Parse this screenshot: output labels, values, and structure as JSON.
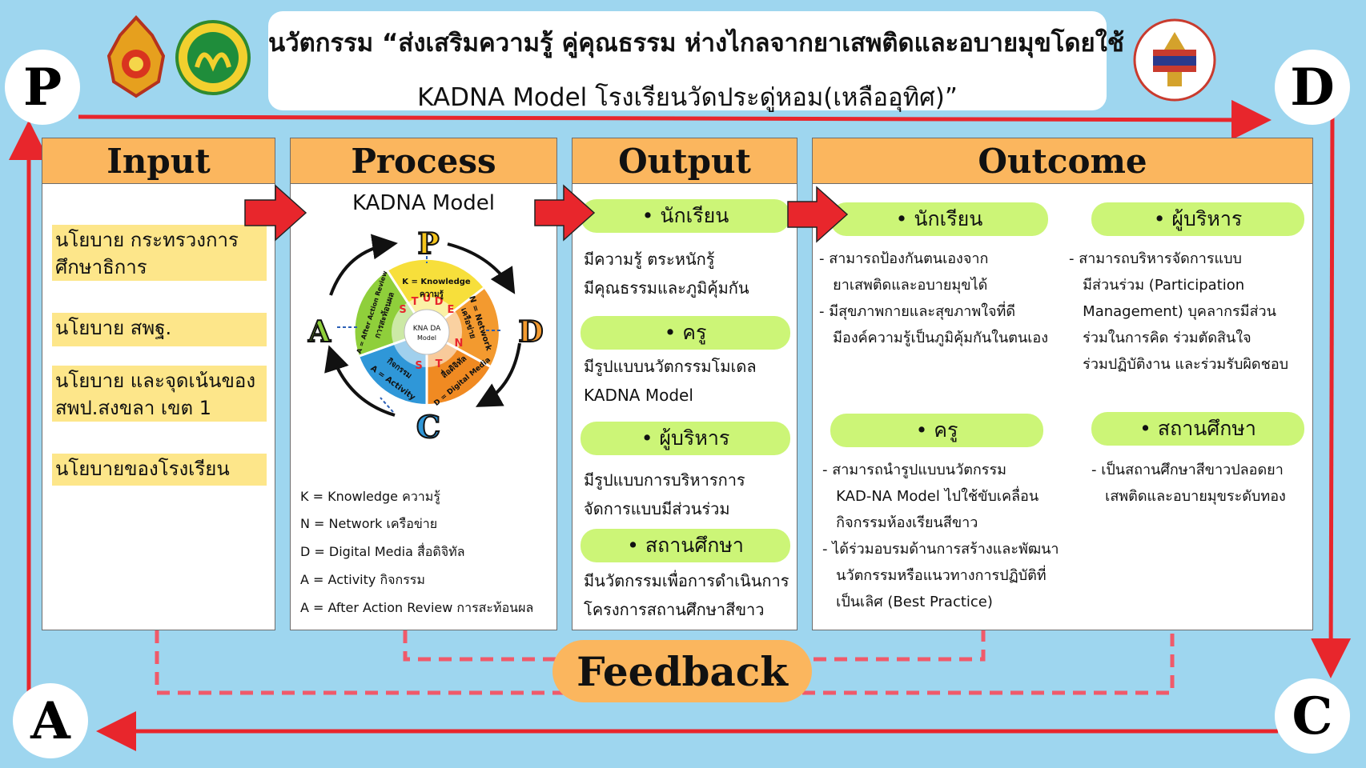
{
  "title": {
    "line1": "นวัตกรรม “ส่งเสริมความรู้ คู่คุณธรรม ห่างไกลจากยาเสพติดและอบายมุขโดยใช้",
    "line2": "KADNA Model โรงเรียนวัดประดู่หอม(เหลืออุทิศ)”"
  },
  "corners": {
    "p": "P",
    "d": "D",
    "c": "C",
    "a": "A"
  },
  "input": {
    "heading": "Input",
    "items": [
      "นโยบาย กระทรวงการศึกษาธิการ",
      "นโยบาย สพฐ.",
      "นโยบาย และจุดเน้นของ สพป.สงขลา เขต 1",
      "นโยบายของโรงเรียน"
    ]
  },
  "process": {
    "heading": "Process",
    "model_name": "KADNA Model",
    "wheel": {
      "segments": [
        {
          "code": "K = Knowledge",
          "thai": "ความรู้",
          "color": "#f7df3b"
        },
        {
          "code": "N = Network",
          "thai": "เครือข่าย",
          "color": "#f39a2f"
        },
        {
          "code": "D = Digital Media",
          "thai": "สื่อดิจิทัล",
          "color": "#f39a2f"
        },
        {
          "code": "A = Activity",
          "thai": "กิจกรรม",
          "color": "#2f97d8"
        },
        {
          "code": "A = After Action Review",
          "thai": "การสะท้อนผล",
          "color": "#8fcf3b"
        }
      ],
      "center_line1": "KNA DA",
      "center_line2": "Model",
      "ring_letters": [
        "S",
        "T",
        "U",
        "D",
        "E",
        "N",
        "T",
        "S"
      ],
      "labels": {
        "p": "P",
        "d": "D",
        "c": "C",
        "a": "A"
      }
    },
    "legend": [
      "K = Knowledge ความรู้",
      "N = Network เครือข่าย",
      "D = Digital Media สื่อดิจิทัล",
      "A = Activity กิจกรรม",
      "A = After Action Review  การสะท้อนผล"
    ]
  },
  "output": {
    "heading": "Output",
    "groups": [
      {
        "pill": "•  นักเรียน",
        "lines": [
          "มีความรู้ ตระหนักรู้",
          "มีคุณธรรมและภูมิคุ้มกัน"
        ]
      },
      {
        "pill": "•  ครู",
        "lines": [
          "มีรูปแบบนวัตกรรมโมเดล",
          "KADNA Model"
        ]
      },
      {
        "pill": "•  ผู้บริหาร",
        "lines": [
          "มีรูปแบบการบริหารการ",
          "จัดการแบบมีส่วนร่วม"
        ]
      },
      {
        "pill": "•  สถานศึกษา",
        "lines": [
          "มีนวัตกรรมเพื่อการดำเนินการ",
          "โครงการสถานศึกษาสีขาว"
        ]
      }
    ]
  },
  "outcome": {
    "heading": "Outcome",
    "students": {
      "pill": "•  นักเรียน",
      "lines": [
        "- สามารถป้องกันตนเองจาก",
        "   ยาเสพติดและอบายมุขได้",
        "- มีสุขภาพกายและสุขภาพใจที่ดี",
        "   มีองค์ความรู้เป็นภูมิคุ้มกันในตนเอง"
      ]
    },
    "admins": {
      "pill": "•  ผู้บริหาร",
      "lines": [
        "- สามารถบริหารจัดการแบบ",
        "   มีส่วนร่วม (Participation",
        "   Management) บุคลากรมีส่วน",
        "   ร่วมในการคิด ร่วมตัดสินใจ",
        "   ร่วมปฏิบัติงาน และร่วมรับผิดชอบ"
      ]
    },
    "teachers": {
      "pill": "•  ครู",
      "lines": [
        "- สามารถนำรูปแบบนวัตกรรม",
        "   KAD-NA Model ไปใช้ขับเคลื่อน",
        "   กิจกรรมห้องเรียนสีขาว",
        "- ได้ร่วมอบรมด้านการสร้างและพัฒนา",
        "   นวัตกรรมหรือแนวทางการปฏิบัติที่",
        "   เป็นเลิศ (Best Practice)"
      ]
    },
    "school": {
      "pill": "•  สถานศึกษา",
      "lines": [
        "- เป็นสถานศึกษาสีขาวปลอดยา",
        "   เสพติดและอบายมุขระดับทอง"
      ]
    }
  },
  "feedback": "Feedback",
  "colors": {
    "background": "#9ed6ef",
    "header": "#fbb65e",
    "pill": "#ccf577",
    "input_item": "#fde68a",
    "arrow": "#e8262c",
    "dashed": "#f05a6a"
  }
}
